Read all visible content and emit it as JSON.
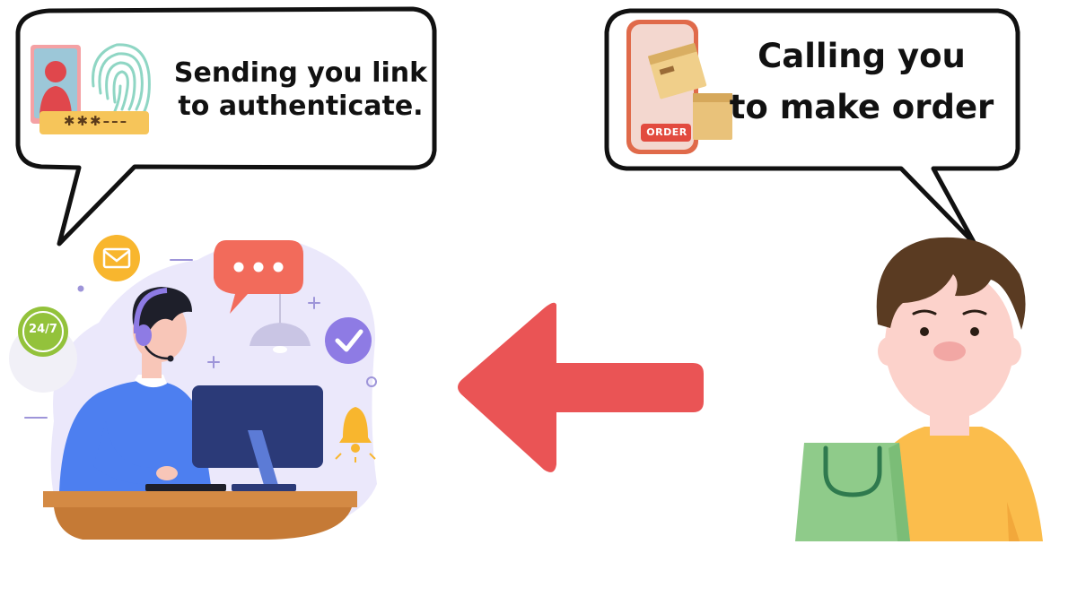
{
  "left_bubble": {
    "text_line1": "Sending you link",
    "text_line2": "to authenticate."
  },
  "right_bubble": {
    "text_line1": "Calling you",
    "text_line2": "to make order"
  },
  "agent_badge": {
    "label": "24/7"
  },
  "phone_screen": {
    "label": "ORDER"
  },
  "password_field": {
    "mask": "✱✱✱–––"
  },
  "arrow": {
    "direction": "left",
    "color": "#ea5455"
  },
  "colors": {
    "bubble_stroke": "#111111",
    "agent_shirt": "#4d7ff0",
    "monitor": "#2b3a78",
    "desk": "#c57a36",
    "blob": "#ebe8fb",
    "customer_shirt": "#fbbd4c",
    "bag": "#8fcb8a",
    "skin": "#fcd2cb",
    "hair": "#5a3b22"
  },
  "icons": [
    "fingerprint-icon",
    "user-id-icon",
    "mail-icon",
    "chat-icon",
    "check-icon",
    "bell-icon",
    "lamp-icon",
    "headset-icon",
    "phone-icon",
    "box-icon",
    "shopping-bag-icon"
  ]
}
